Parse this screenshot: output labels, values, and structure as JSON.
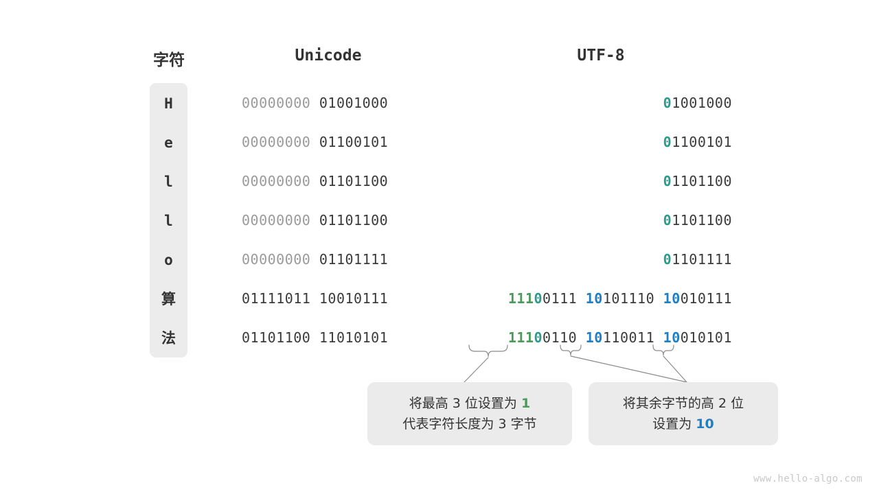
{
  "headers": {
    "character": "字符",
    "unicode": "Unicode",
    "utf8": "UTF-8"
  },
  "colors": {
    "teal": "#2a9d8f",
    "green": "#4a9a5a",
    "blue": "#1f7fc4",
    "dim": "#9a9a9a",
    "text": "#3a3a3a",
    "box_bg": "#ececec",
    "callout_bg": "#ebebeb",
    "watermark": "#c8c8c8"
  },
  "rows": [
    {
      "char": "H",
      "unicode_high": "00000000",
      "unicode_low": "01001000",
      "utf8_bytes": [
        {
          "prefix": "0",
          "prefix_color": "teal",
          "rest": "1001000"
        }
      ]
    },
    {
      "char": "e",
      "unicode_high": "00000000",
      "unicode_low": "01100101",
      "utf8_bytes": [
        {
          "prefix": "0",
          "prefix_color": "teal",
          "rest": "1100101"
        }
      ]
    },
    {
      "char": "l",
      "unicode_high": "00000000",
      "unicode_low": "01101100",
      "utf8_bytes": [
        {
          "prefix": "0",
          "prefix_color": "teal",
          "rest": "1101100"
        }
      ]
    },
    {
      "char": "l",
      "unicode_high": "00000000",
      "unicode_low": "01101100",
      "utf8_bytes": [
        {
          "prefix": "0",
          "prefix_color": "teal",
          "rest": "1101100"
        }
      ]
    },
    {
      "char": "o",
      "unicode_high": "00000000",
      "unicode_low": "01101111",
      "utf8_bytes": [
        {
          "prefix": "0",
          "prefix_color": "teal",
          "rest": "1101111"
        }
      ]
    },
    {
      "char": "算",
      "unicode_high": "01111011",
      "unicode_low": "10010111",
      "utf8_bytes": [
        {
          "prefix": "111",
          "prefix_color": "green",
          "prefix2": "0",
          "prefix2_color": "teal",
          "rest": "0111"
        },
        {
          "prefix": "10",
          "prefix_color": "blue",
          "rest": "101110"
        },
        {
          "prefix": "10",
          "prefix_color": "blue",
          "rest": "010111"
        }
      ]
    },
    {
      "char": "法",
      "unicode_high": "01101100",
      "unicode_low": "11010101",
      "utf8_bytes": [
        {
          "prefix": "111",
          "prefix_color": "green",
          "prefix2": "0",
          "prefix2_color": "teal",
          "rest": "0110"
        },
        {
          "prefix": "10",
          "prefix_color": "blue",
          "rest": "110011"
        },
        {
          "prefix": "10",
          "prefix_color": "blue",
          "rest": "010101"
        }
      ]
    }
  ],
  "callouts": [
    {
      "id": "callout-1",
      "line1_pre": "将最高 3 位设置为 ",
      "line1_highlight": "1",
      "line1_highlight_color": "green",
      "line2": "代表字符长度为 3 字节"
    },
    {
      "id": "callout-2",
      "line1": "将其余字节的高 2 位",
      "line2_pre": "设置为 ",
      "line2_highlight": "10",
      "line2_highlight_color": "blue"
    }
  ],
  "watermark": "www.hello-algo.com"
}
